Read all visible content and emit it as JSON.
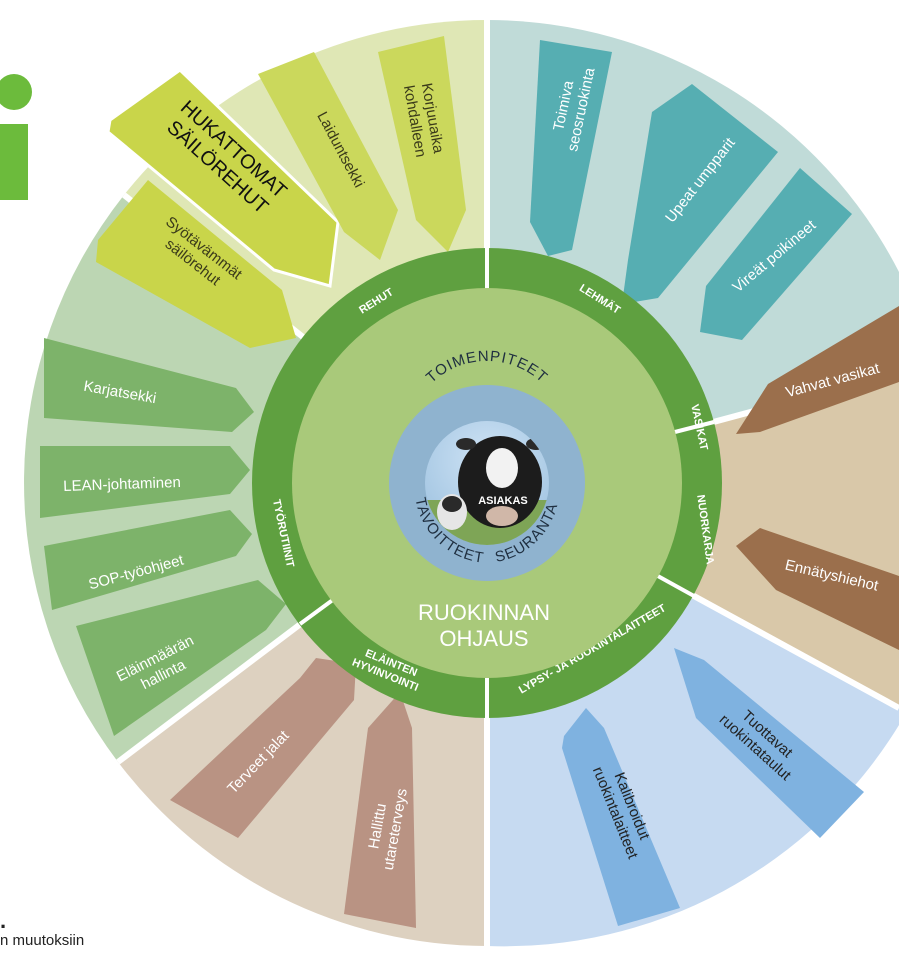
{
  "center": {
    "arc_top": "TOIMENPITEET",
    "arc_left": "TAVOITTEET",
    "arc_right": "SEURANTA",
    "core_label": "ASIAKAS",
    "title_line1": "RUOKINNAN",
    "title_line2": "OHJAUS"
  },
  "ring_labels": {
    "rehut": "REHUT",
    "lehmat": "LEHMÄT",
    "vasikat": "VASIKAT",
    "nuorkarja": "NUORKARJA",
    "lypsy": "LYPSY- JA RUOKINTALAITTEET",
    "elainten_1": "ELÄINTEN",
    "elainten_2": "HYVINVOINTI",
    "tyorutiinit": "TYÖRUTIINIT"
  },
  "arrows": {
    "hukattomat_1": "HUKATTOMAT",
    "hukattomat_2": "SÄILÖREHUT",
    "laiduntsekki": "Laiduntsekki",
    "korjuuaika_1": "Korjuuaika",
    "korjuuaika_2": "kohdalleen",
    "syotavammat_1": "Syötävämmät",
    "syotavammat_2": "säilörehut",
    "toimiva_1": "Toimiva",
    "toimiva_2": "seosruokinta",
    "umpparit": "Upeat umpparit",
    "poikineet": "Vireät poikineet",
    "vasikat": "Vahvat vasikat",
    "ennatys": "Ennätyshiehot",
    "tuottavat_1": "Tuottavat",
    "tuottavat_2": "ruokintataulut",
    "kalibroidut_1": "Kalibroidut",
    "kalibroidut_2": "ruokintalaitteet",
    "jalat": "Terveet jalat",
    "hallittu_1": "Hallittu",
    "hallittu_2": "utareterveys",
    "karjatsekki": "Karjatsekki",
    "lean": "LEAN-johtaminen",
    "sop": "SOP-työohjeet",
    "elainmaara_1": "Eläinmäärän",
    "elainmaara_2": "hallinta"
  },
  "footer": {
    "dot": ".",
    "line": "n muutoksiin"
  },
  "colors": {
    "ring": "#5fa040",
    "inner": "#a9c97a",
    "hub_ring": "#8fb3cf",
    "rehut_bg": "#dfe7b5",
    "rehut_arrow": "#c9d54a",
    "lehmat_bg": "#c0dbd8",
    "lehmat_arrow": "#56aeb2",
    "vasikat_bg": "#d9c8a9",
    "vasikat_arrow": "#9b6f4c",
    "lypsy_bg": "#c6daf1",
    "lypsy_arrow": "#7fb2e0",
    "elainten_bg": "#ddd1c0",
    "elainten_arrow": "#b99383",
    "tyo_bg": "#bcd6b3",
    "tyo_arrow": "#7db36a",
    "logo": "#6cbb3c"
  }
}
